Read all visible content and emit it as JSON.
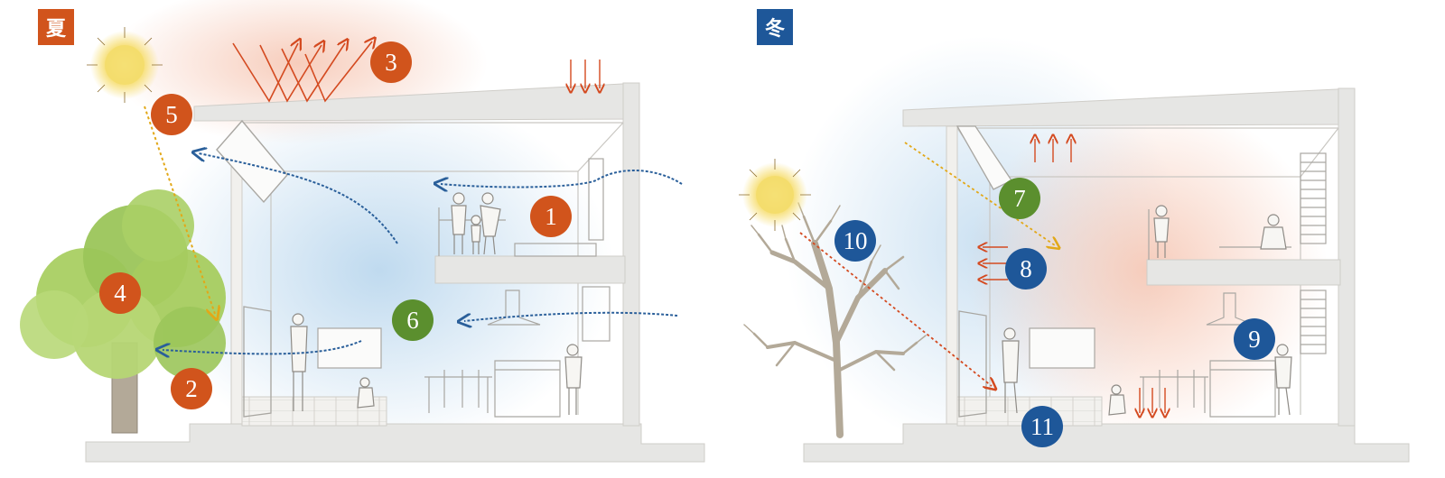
{
  "colors": {
    "summer": "#d1541c",
    "winter": "#1e5799",
    "ventilation": "#5b8f2e",
    "airflow": "#2a5f9a",
    "heat": "#d44a20",
    "sunray": "#e2a818",
    "wall": "#e6e6e4",
    "sketch": "#b8b6b2",
    "tree_leaves": "#9bc55a",
    "tree_trunk": "#b3a998"
  },
  "summer": {
    "label": "夏",
    "markers": {
      "m1": "1",
      "m2": "2",
      "m3": "3",
      "m4": "4",
      "m5": "5",
      "m6": "6"
    }
  },
  "winter": {
    "label": "冬",
    "markers": {
      "m7": "7",
      "m8": "8",
      "m9": "9",
      "m10": "10",
      "m11": "11"
    }
  },
  "icons": [
    "sun-icon",
    "tree-icon",
    "bare-tree-icon",
    "person-icon",
    "wind-arrow-icon",
    "heat-arrow-icon"
  ]
}
